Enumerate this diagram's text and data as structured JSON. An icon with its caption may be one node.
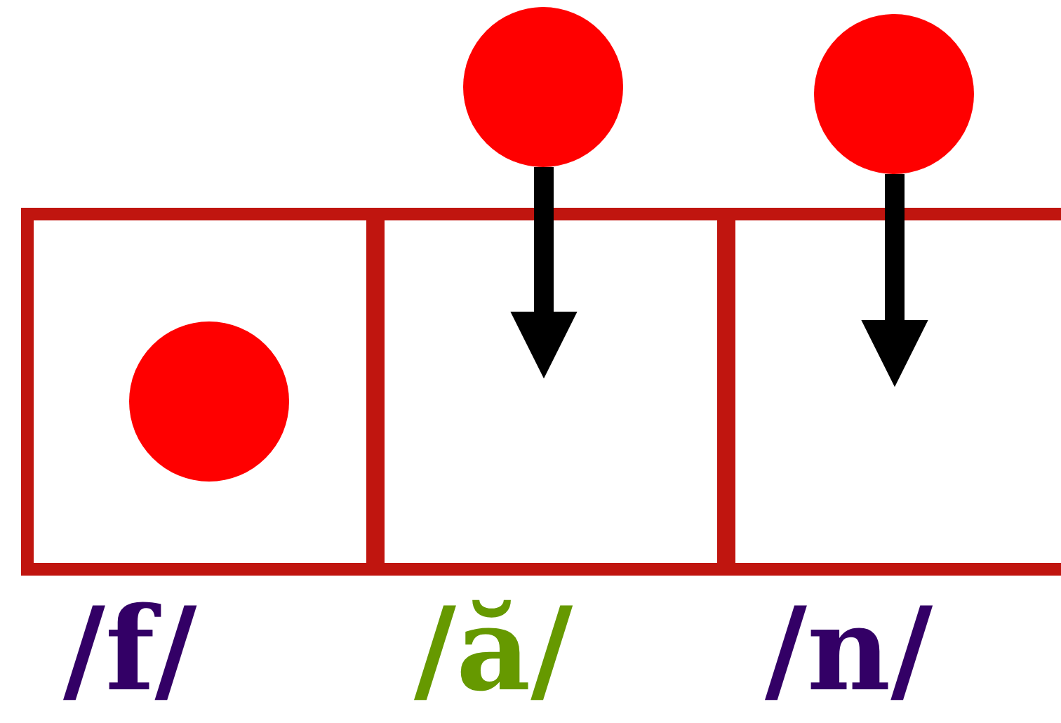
{
  "diagram": {
    "nodes": [
      {
        "text": [
          "/f/"
        ]
      },
      {
        "text": [],
        "shape": "circle",
        "in": 0
      },
      {
        "text": [
          "/ă/"
        ]
      },
      {
        "text": [
          "/n/"
        ]
      },
      {
        "text": [],
        "shape": "circle"
      },
      {
        "text": [],
        "shape": "circle"
      }
    ],
    "edges": [
      {
        "from": 4,
        "to": 2,
        "arrow": "to"
      },
      {
        "from": 5,
        "to": 3,
        "arrow": "to"
      }
    ]
  }
}
